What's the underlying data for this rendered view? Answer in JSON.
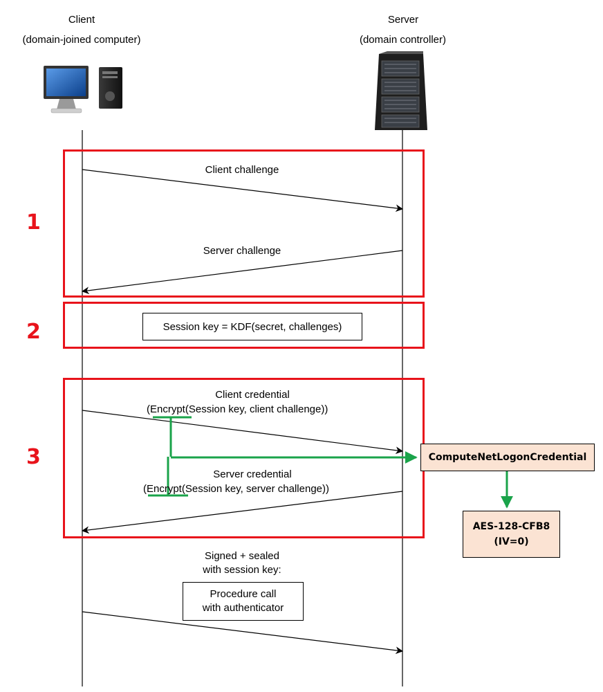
{
  "client": {
    "title": "Client",
    "subtitle": "(domain-joined computer)"
  },
  "server": {
    "title": "Server",
    "subtitle": "(domain controller)"
  },
  "steps": {
    "step1": "1",
    "step2": "2",
    "step3": "3"
  },
  "messages": {
    "client_challenge": "Client challenge",
    "server_challenge": "Server challenge",
    "session_key": "Session key = KDF(secret, challenges)",
    "client_credential_title": "Client credential",
    "client_credential_open": "(",
    "client_credential_func": "Encrypt",
    "client_credential_args": "(Session key, client challenge))",
    "server_credential_title": "Server credential",
    "server_credential_open": "(",
    "server_credential_func": "Encrypt",
    "server_credential_args": "(Session key, server challenge))",
    "signed_line1": "Signed + sealed",
    "signed_line2": "with session key:",
    "procedure_line1": "Procedure call",
    "procedure_line2": "with authenticator"
  },
  "side_boxes": {
    "compute": "ComputeNetLogonCredential",
    "aes_line1": "AES-128-CFB8",
    "aes_line2": "(IV=0)"
  },
  "colors": {
    "step_red": "#e8131b",
    "highlight_green": "#1aa34a",
    "peach_fill": "#fbe3d3"
  },
  "icons": {
    "client": "desktop-computer-icon",
    "server": "server-rack-icon"
  }
}
